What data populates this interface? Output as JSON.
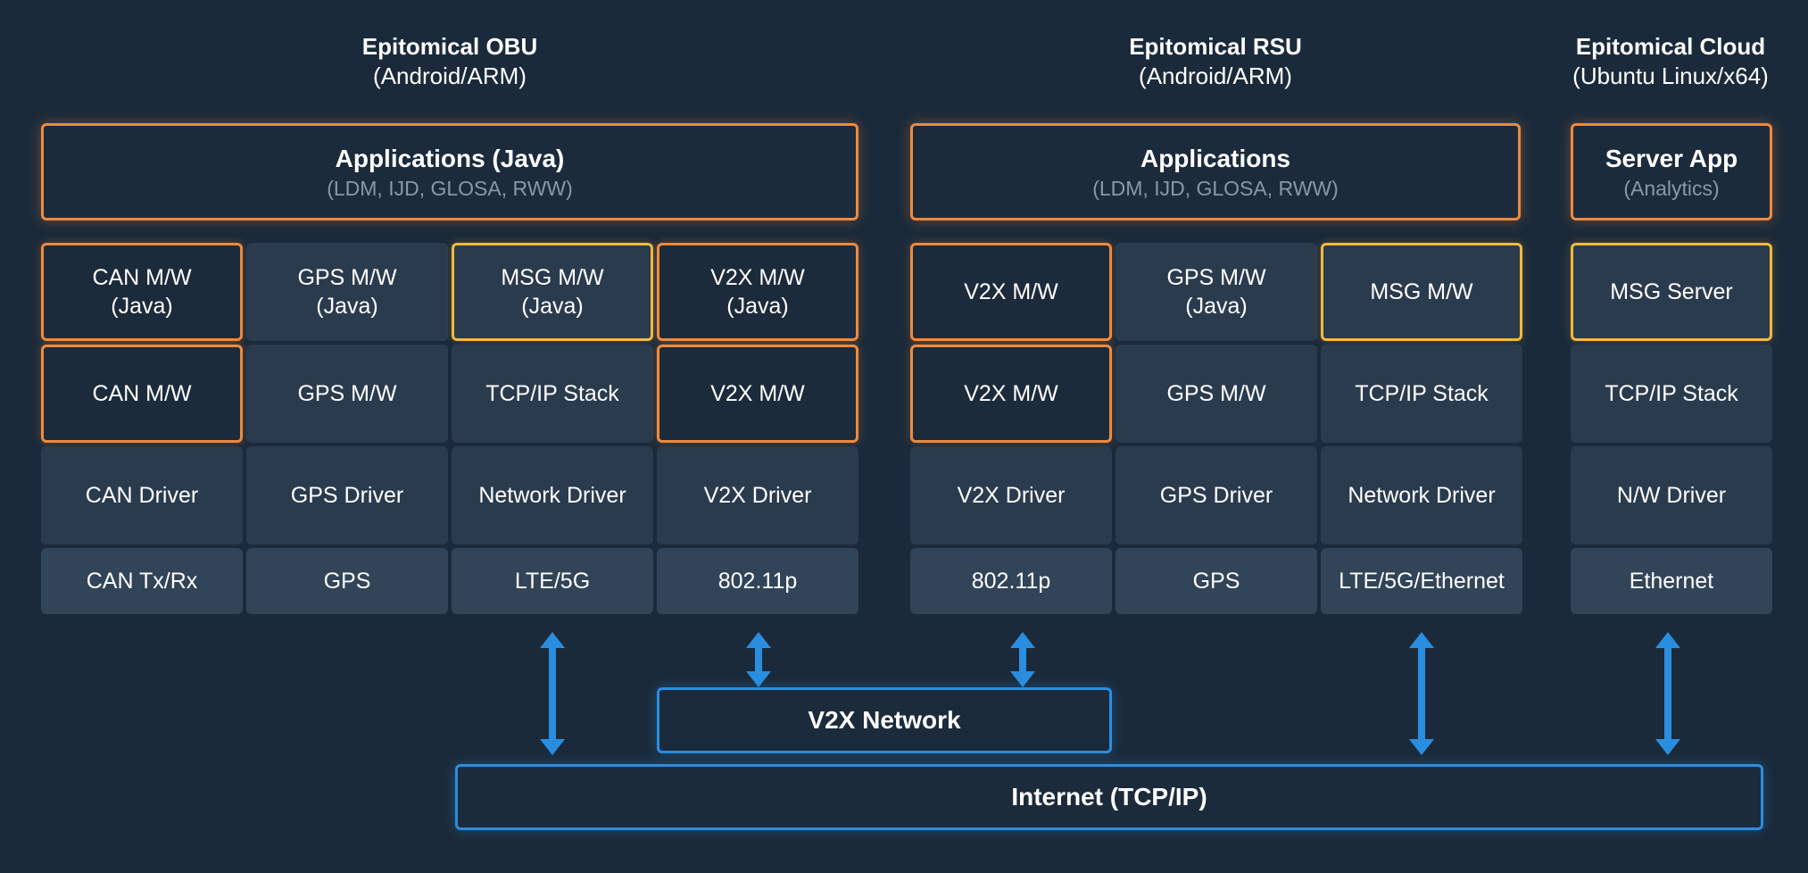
{
  "titles": {
    "obu": {
      "name": "Epitomical OBU",
      "platform": "(Android/ARM)"
    },
    "rsu": {
      "name": "Epitomical RSU",
      "platform": "(Android/ARM)"
    },
    "cloud": {
      "name": "Epitomical Cloud",
      "platform": "(Ubuntu Linux/x64)"
    }
  },
  "apps": {
    "obu": {
      "title": "Applications (Java)",
      "subtitle": "(LDM, IJD, GLOSA, RWW)"
    },
    "rsu": {
      "title": "Applications",
      "subtitle": "(LDM, IJD, GLOSA, RWW)"
    },
    "cloud": {
      "title": "Server App",
      "subtitle": "(Analytics)"
    }
  },
  "obu": {
    "row1": [
      "CAN M/W\n(Java)",
      "GPS M/W\n(Java)",
      "MSG M/W\n(Java)",
      "V2X M/W\n(Java)"
    ],
    "row2": [
      "CAN M/W",
      "GPS M/W",
      "TCP/IP Stack",
      "V2X M/W"
    ],
    "row3": [
      "CAN Driver",
      "GPS Driver",
      "Network Driver",
      "V2X Driver"
    ],
    "row4": [
      "CAN Tx/Rx",
      "GPS",
      "LTE/5G",
      "802.11p"
    ]
  },
  "rsu": {
    "row1": [
      "V2X M/W",
      "GPS M/W\n(Java)",
      "MSG M/W"
    ],
    "row2": [
      "V2X M/W",
      "GPS M/W",
      "TCP/IP Stack"
    ],
    "row3": [
      "V2X Driver",
      "GPS Driver",
      "Network Driver"
    ],
    "row4": [
      "802.11p",
      "GPS",
      "LTE/5G/Ethernet"
    ]
  },
  "cloud": {
    "row1": [
      "MSG Server"
    ],
    "row2": [
      "TCP/IP Stack"
    ],
    "row3": [
      "N/W Driver"
    ],
    "row4": [
      "Ethernet"
    ]
  },
  "networks": {
    "v2x": "V2X Network",
    "internet": "Internet (TCP/IP)"
  },
  "colors": {
    "background": "#1b2a3a",
    "app_border": "#f08a3c",
    "middleware_border": "#f5b83d",
    "network_border": "#2a8ee0",
    "arrow": "#2a8ee0"
  }
}
